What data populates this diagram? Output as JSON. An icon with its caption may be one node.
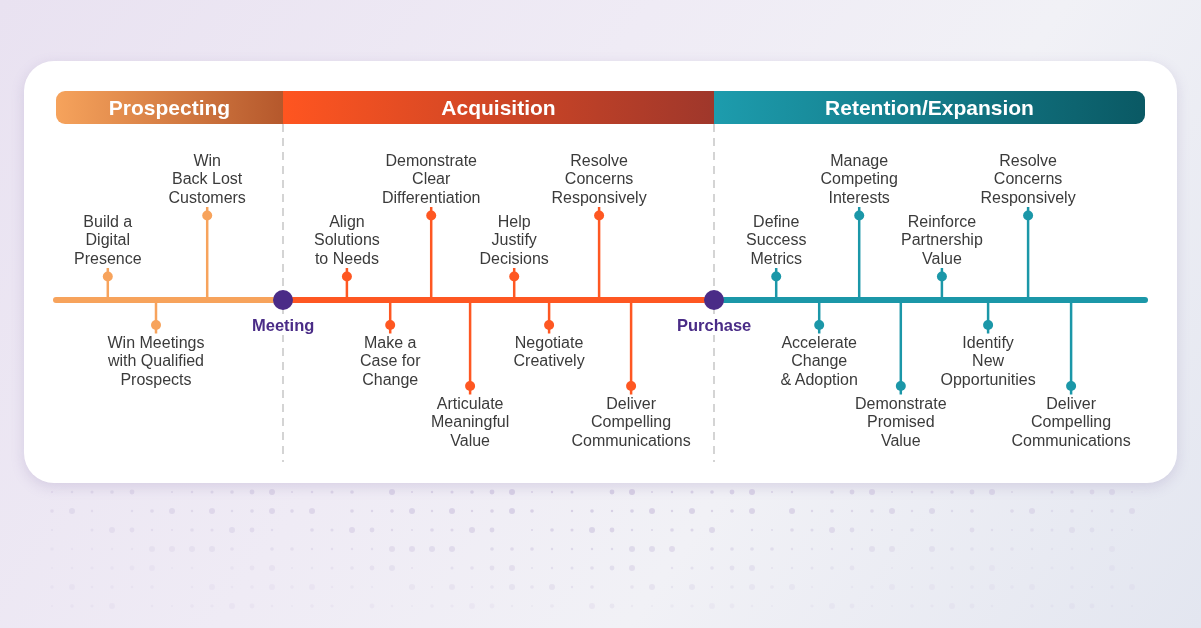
{
  "diagram": {
    "nodes": [
      {
        "text": [
          "Prospecting"
        ]
      },
      {
        "text": [
          "Acquisition"
        ]
      },
      {
        "text": [
          "Retention/Expansion"
        ]
      },
      {
        "text": [
          "Build a Digital Presence"
        ]
      },
      {
        "text": [
          "Win Meetings with Qualified Prospects"
        ]
      },
      {
        "text": [
          "Win Back Lost Customers"
        ]
      },
      {
        "text": [],
        "shape": "circle",
        "beside": [
          "Meeting"
        ]
      },
      {
        "text": [
          "Align Solutions to Needs"
        ]
      },
      {
        "text": [
          "Make a Case for Change"
        ]
      },
      {
        "text": [
          "Demonstrate Clear Differentiation"
        ]
      },
      {
        "text": [
          "Articulate Meaningful Value"
        ]
      },
      {
        "text": [
          "Help Justify Decisions"
        ]
      },
      {
        "text": [
          "Negotiate Creatively"
        ]
      },
      {
        "text": [
          "Resolve Concerns Responsively"
        ]
      },
      {
        "text": [
          "Deliver Compelling Communications"
        ]
      },
      {
        "text": [],
        "shape": "circle",
        "beside": [
          "Purchase"
        ]
      },
      {
        "text": [
          "Define Success Metrics"
        ]
      },
      {
        "text": [
          "Accelerate Change & Adoption"
        ]
      },
      {
        "text": [
          "Manage Competing Interests"
        ]
      },
      {
        "text": [
          "Demonstrate Promised Value"
        ]
      },
      {
        "text": [
          "Reinforce Partnership Value"
        ]
      },
      {
        "text": [
          "Identify New Opportunities"
        ]
      },
      {
        "text": [
          "Resolve Concerns Responsively"
        ]
      },
      {
        "text": [
          "Deliver Compelling Communications"
        ]
      }
    ],
    "edges": [
      {
        "from": null,
        "to": 6,
        "arrow": "none",
        "style": "thick",
        "color": "#f7a35c"
      },
      {
        "from": 6,
        "to": 15,
        "arrow": "none",
        "style": "thick",
        "color": "#fe5722"
      },
      {
        "from": 15,
        "to": null,
        "arrow": "none",
        "style": "thick",
        "color": "#1b97a8"
      },
      {
        "from": 3,
        "to": null,
        "arrow": "other",
        "color": "#f7a35c"
      },
      {
        "from": 4,
        "to": null,
        "arrow": "other",
        "color": "#f7a35c"
      },
      {
        "from": 5,
        "to": null,
        "arrow": "other",
        "color": "#f7a35c"
      },
      {
        "from": 7,
        "to": null,
        "arrow": "other",
        "color": "#fe5722"
      },
      {
        "from": 8,
        "to": null,
        "arrow": "other",
        "color": "#fe5722"
      },
      {
        "from": 9,
        "to": null,
        "arrow": "other",
        "color": "#fe5722"
      },
      {
        "from": 10,
        "to": null,
        "arrow": "other",
        "color": "#fe5722"
      },
      {
        "from": 11,
        "to": null,
        "arrow": "other",
        "color": "#fe5722"
      },
      {
        "from": 12,
        "to": null,
        "arrow": "other",
        "color": "#fe5722"
      },
      {
        "from": 13,
        "to": null,
        "arrow": "other",
        "color": "#fe5722"
      },
      {
        "from": 14,
        "to": null,
        "arrow": "other",
        "color": "#fe5722"
      },
      {
        "from": 16,
        "to": null,
        "arrow": "other",
        "color": "#1b97a8"
      },
      {
        "from": 17,
        "to": null,
        "arrow": "other",
        "color": "#1b97a8"
      },
      {
        "from": 18,
        "to": null,
        "arrow": "other",
        "color": "#1b97a8"
      },
      {
        "from": 19,
        "to": null,
        "arrow": "other",
        "color": "#1b97a8"
      },
      {
        "from": 20,
        "to": null,
        "arrow": "other",
        "color": "#1b97a8"
      },
      {
        "from": 21,
        "to": null,
        "arrow": "other",
        "color": "#1b97a8"
      },
      {
        "from": 22,
        "to": null,
        "arrow": "other",
        "color": "#1b97a8"
      },
      {
        "from": 23,
        "to": null,
        "arrow": "other",
        "color": "#1b97a8"
      }
    ]
  }
}
